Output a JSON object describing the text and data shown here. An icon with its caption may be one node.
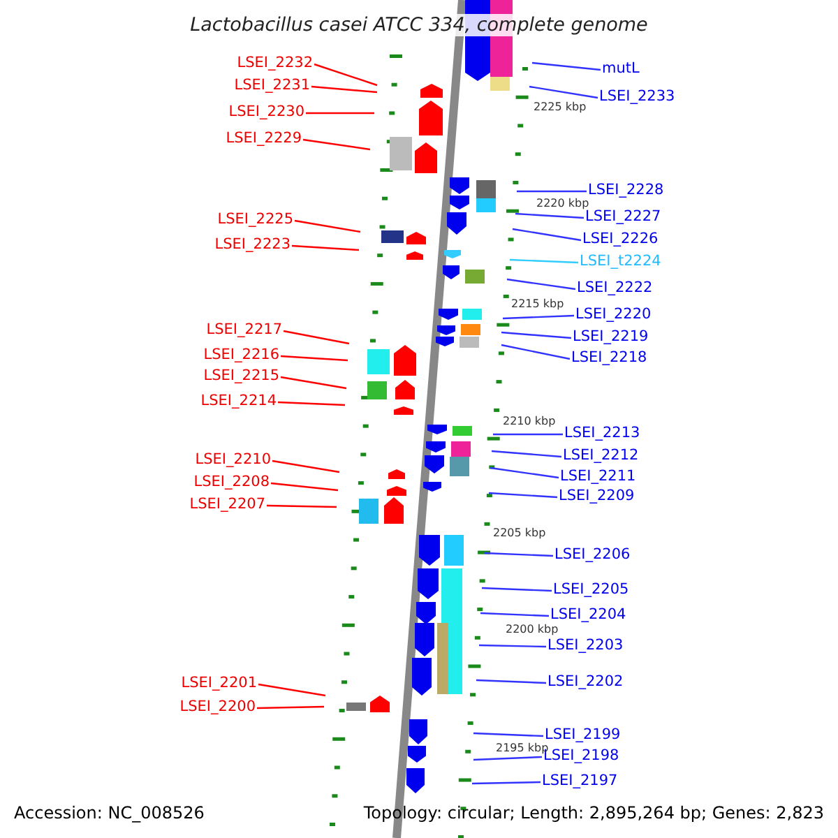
{
  "diagram": {
    "title": "Lactobacillus casei ATCC 334, complete genome",
    "nodes": [
      {
        "text": [
          "LSEI_2232"
        ]
      },
      {
        "text": [
          "mutL"
        ]
      },
      {
        "text": [
          "LSEI_2231"
        ]
      },
      {
        "text": [
          "LSEI_2233"
        ]
      },
      {
        "text": [
          "LSEI_2230"
        ]
      },
      {
        "text": [
          "LSEI_2229"
        ]
      },
      {
        "text": [
          "LSEI_2228"
        ]
      },
      {
        "text": [
          "LSEI_2227"
        ]
      },
      {
        "text": [
          "LSEI_2225"
        ]
      },
      {
        "text": [
          "LSEI_2226"
        ]
      },
      {
        "text": [
          "LSEI_2223"
        ]
      },
      {
        "text": [
          "LSEI_t2224"
        ]
      },
      {
        "text": [
          "LSEI_2222"
        ]
      },
      {
        "text": [
          "LSEI_2220"
        ]
      },
      {
        "text": [
          "LSEI_2217"
        ]
      },
      {
        "text": [
          "LSEI_2219"
        ]
      },
      {
        "text": [
          "LSEI_2216"
        ]
      },
      {
        "text": [
          "LSEI_2218"
        ]
      },
      {
        "text": [
          "LSEI_2215"
        ]
      },
      {
        "text": [
          "LSEI_2214"
        ]
      },
      {
        "text": [
          "LSEI_2213"
        ]
      },
      {
        "text": [
          "LSEI_2212"
        ]
      },
      {
        "text": [
          "LSEI_2210"
        ]
      },
      {
        "text": [
          "LSEI_2211"
        ]
      },
      {
        "text": [
          "LSEI_2208"
        ]
      },
      {
        "text": [
          "LSEI_2209"
        ]
      },
      {
        "text": [
          "LSEI_2207"
        ]
      },
      {
        "text": [
          "LSEI_2206"
        ]
      },
      {
        "text": [
          "LSEI_2205"
        ]
      },
      {
        "text": [
          "LSEI_2204"
        ]
      },
      {
        "text": [
          "LSEI_2203"
        ]
      },
      {
        "text": [
          "LSEI_2202"
        ]
      },
      {
        "text": [
          "LSEI_2201"
        ]
      },
      {
        "text": [
          "LSEI_2200"
        ]
      },
      {
        "text": [
          "LSEI_2199"
        ]
      },
      {
        "text": [
          "LSEI_2198"
        ]
      },
      {
        "text": [
          "LSEI_2197"
        ]
      }
    ],
    "edges": [
      {
        "from": 0,
        "to": null,
        "arrow": "none",
        "color": "#ff0000"
      },
      {
        "from": 1,
        "to": null,
        "arrow": "none"
      },
      {
        "from": 2,
        "to": null,
        "arrow": "none",
        "color": "#ff0000"
      },
      {
        "from": 3,
        "to": null,
        "arrow": "none"
      },
      {
        "from": 4,
        "to": null,
        "arrow": "none",
        "color": "#ff0000"
      },
      {
        "from": 5,
        "to": null,
        "arrow": "none",
        "color": "#ff0000"
      },
      {
        "from": 6,
        "to": null,
        "arrow": "none"
      },
      {
        "from": 7,
        "to": null,
        "arrow": "none"
      },
      {
        "from": 8,
        "to": null,
        "arrow": "none",
        "color": "#ff0000"
      },
      {
        "from": 9,
        "to": null,
        "arrow": "none"
      },
      {
        "from": 10,
        "to": null,
        "arrow": "none",
        "color": "#ff0000"
      },
      {
        "from": 11,
        "to": null,
        "arrow": "none",
        "color": "#33ccff"
      },
      {
        "from": 12,
        "to": null,
        "arrow": "none"
      },
      {
        "from": 13,
        "to": null,
        "arrow": "none"
      },
      {
        "from": 14,
        "to": null,
        "arrow": "none",
        "color": "#ff0000"
      },
      {
        "from": 15,
        "to": null,
        "arrow": "none"
      },
      {
        "from": 16,
        "to": null,
        "arrow": "none",
        "color": "#ff0000"
      },
      {
        "from": 17,
        "to": null,
        "arrow": "none"
      },
      {
        "from": 18,
        "to": null,
        "arrow": "none",
        "color": "#ff0000"
      },
      {
        "from": 19,
        "to": null,
        "arrow": "none",
        "color": "#ff0000"
      },
      {
        "from": 20,
        "to": null,
        "arrow": "none"
      },
      {
        "from": 21,
        "to": null,
        "arrow": "none"
      },
      {
        "from": 22,
        "to": null,
        "arrow": "none",
        "color": "#ff0000"
      },
      {
        "from": 23,
        "to": null,
        "arrow": "none"
      },
      {
        "from": 24,
        "to": null,
        "arrow": "none",
        "color": "#ff0000"
      },
      {
        "from": 25,
        "to": null,
        "arrow": "none"
      },
      {
        "from": 26,
        "to": null,
        "arrow": "none",
        "color": "#ff0000"
      },
      {
        "from": 27,
        "to": null,
        "arrow": "none"
      },
      {
        "from": 28,
        "to": null,
        "arrow": "none"
      },
      {
        "from": 29,
        "to": null,
        "arrow": "none"
      },
      {
        "from": 30,
        "to": null,
        "arrow": "none"
      },
      {
        "from": 31,
        "to": null,
        "arrow": "none"
      },
      {
        "from": 32,
        "to": null,
        "arrow": "none",
        "color": "#ff0000"
      },
      {
        "from": 33,
        "to": null,
        "arrow": "none",
        "color": "#ff0000"
      },
      {
        "from": 34,
        "to": null,
        "arrow": "none"
      },
      {
        "from": 35,
        "to": null,
        "arrow": "none"
      },
      {
        "from": 36,
        "to": null,
        "arrow": "none"
      }
    ],
    "labels": [
      "2225 kbp",
      "2220 kbp",
      "2215 kbp",
      "2210 kbp",
      "2205 kbp",
      "2200 kbp",
      "2195 kbp",
      "Accession: NC_008526",
      "Topology: circular; Length: 2,895,264 bp; Genes: 2,823"
    ]
  }
}
